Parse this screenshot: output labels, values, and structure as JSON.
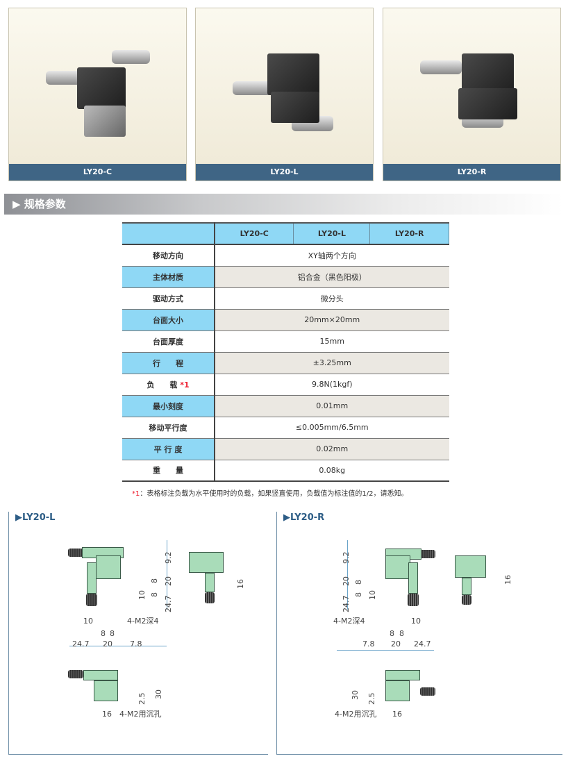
{
  "products": [
    {
      "label": "LY20-C"
    },
    {
      "label": "LY20-L"
    },
    {
      "label": "LY20-R"
    }
  ],
  "section_title": "▶ 规格参数",
  "table": {
    "headers": [
      "",
      "LY20-C",
      "LY20-L",
      "LY20-R"
    ],
    "rows": [
      {
        "label": "移动方向",
        "value": "XY轴两个方向"
      },
      {
        "label": "主体材质",
        "value": "铝合金（黑色阳极）"
      },
      {
        "label": "驱动方式",
        "value": "微分头"
      },
      {
        "label": "台面大小",
        "value": "20mm×20mm"
      },
      {
        "label": "台面厚度",
        "value": "15mm"
      },
      {
        "label": "行　　程",
        "value": "±3.25mm"
      },
      {
        "label": "负　　载",
        "mark": "*1",
        "value": "9.8N(1kgf)"
      },
      {
        "label": "最小刻度",
        "value": "0.01mm"
      },
      {
        "label": "移动平行度",
        "value": "≤0.005mm/6.5mm"
      },
      {
        "label": "平 行 度",
        "value": "0.02mm"
      },
      {
        "label": "重　　量",
        "value": "0.08kg"
      }
    ]
  },
  "footnote": {
    "mark": "*1",
    "text": "：表格标注负载为水平使用时的负载，如果竖直使用，负载值为标注值的1/2，请悉知。"
  },
  "drawings": {
    "left": {
      "title": "▶LY20-L",
      "dims": [
        "9.2",
        "20",
        "8",
        "8",
        "10",
        "24.7",
        "16",
        "4-M2深4",
        "10",
        "8",
        "8",
        "24.7",
        "20",
        "7.8",
        "2.5",
        "30",
        "16",
        "4-M2用沉孔"
      ]
    },
    "right": {
      "title": "▶LY20-R",
      "dims": [
        "9.2",
        "20",
        "8",
        "8",
        "10",
        "24.7",
        "16",
        "4-M2深4",
        "10",
        "8",
        "8",
        "7.8",
        "20",
        "24.7",
        "30",
        "2.5",
        "4-M2用沉孔",
        "16"
      ]
    }
  }
}
